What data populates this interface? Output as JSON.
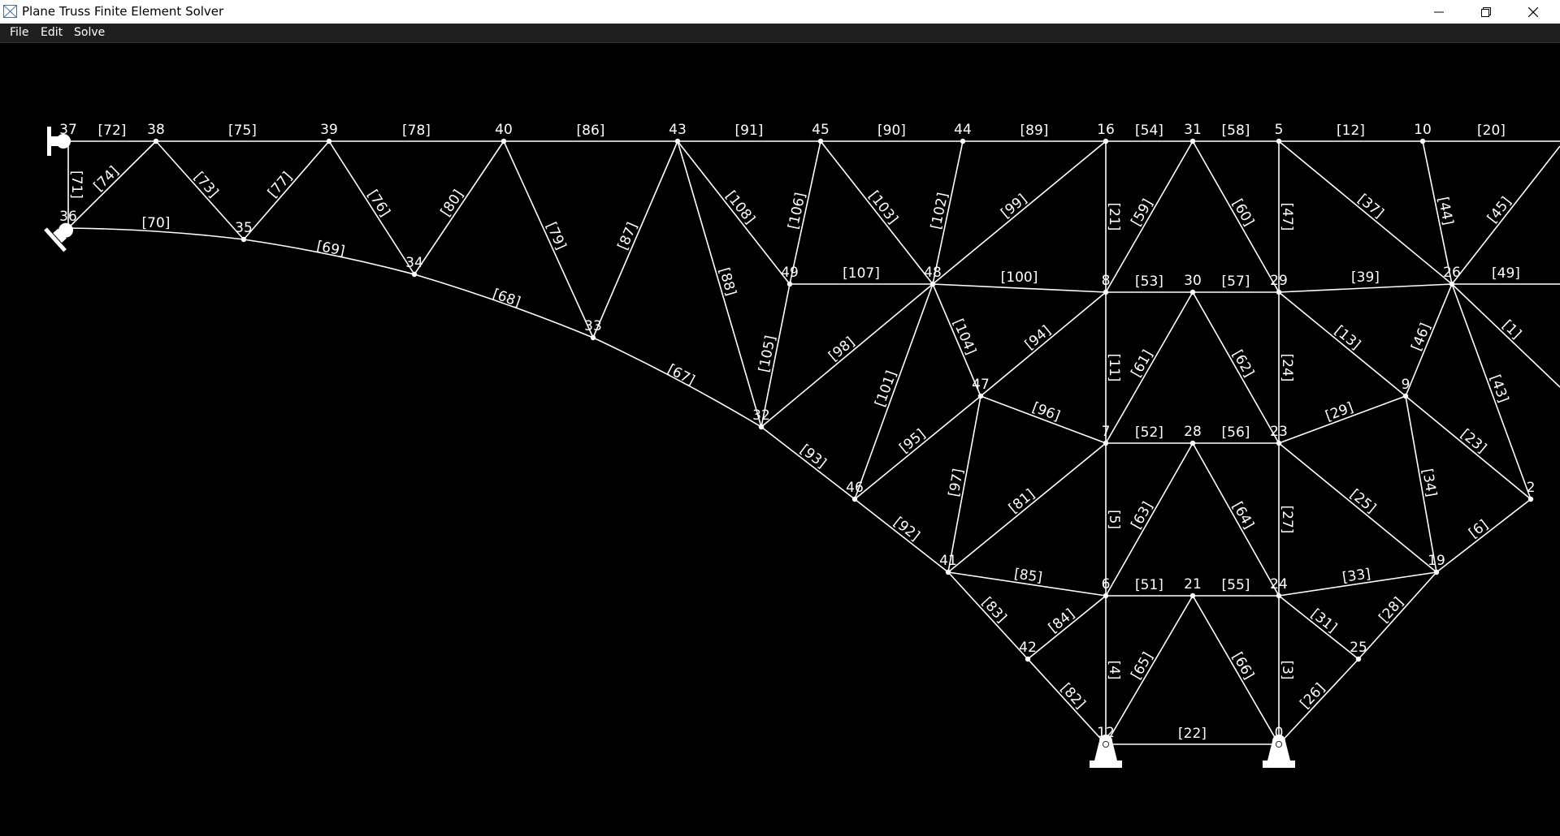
{
  "window": {
    "title": "Plane Truss Finite Element Solver",
    "minimize_glyph": "—",
    "maximize_glyph": "❐",
    "close_glyph": "✕"
  },
  "menu": {
    "items": [
      "File",
      "Edit",
      "Solve"
    ]
  },
  "colors": {
    "background": "#000000",
    "structure": "#ffffff",
    "menubar": "#1f1f1f",
    "titlebar": "#ffffff"
  },
  "truss": {
    "nodes": [
      {
        "id": "37",
        "label": "37"
      },
      {
        "id": "38",
        "label": "38"
      },
      {
        "id": "39",
        "label": "39"
      },
      {
        "id": "40",
        "label": "40"
      },
      {
        "id": "43",
        "label": "43"
      },
      {
        "id": "45",
        "label": "45"
      },
      {
        "id": "44",
        "label": "44"
      },
      {
        "id": "16",
        "label": "16"
      },
      {
        "id": "31",
        "label": "31"
      },
      {
        "id": "5",
        "label": "5"
      },
      {
        "id": "10",
        "label": "10"
      },
      {
        "id": "36",
        "label": "36"
      },
      {
        "id": "35",
        "label": "35"
      },
      {
        "id": "34",
        "label": "34"
      },
      {
        "id": "33",
        "label": "33"
      },
      {
        "id": "32",
        "label": "32"
      },
      {
        "id": "46",
        "label": "46"
      },
      {
        "id": "41",
        "label": "41"
      },
      {
        "id": "42",
        "label": "42"
      },
      {
        "id": "49",
        "label": "49"
      },
      {
        "id": "48",
        "label": "48"
      },
      {
        "id": "8",
        "label": "8"
      },
      {
        "id": "30",
        "label": "30"
      },
      {
        "id": "29",
        "label": "29"
      },
      {
        "id": "26",
        "label": "26"
      },
      {
        "id": "47",
        "label": "47"
      },
      {
        "id": "7",
        "label": "7"
      },
      {
        "id": "28",
        "label": "28"
      },
      {
        "id": "23",
        "label": "23"
      },
      {
        "id": "9",
        "label": "9"
      },
      {
        "id": "2",
        "label": "2"
      },
      {
        "id": "6",
        "label": "6"
      },
      {
        "id": "21",
        "label": "21"
      },
      {
        "id": "24",
        "label": "24"
      },
      {
        "id": "19",
        "label": "19"
      },
      {
        "id": "25",
        "label": "25"
      },
      {
        "id": "12",
        "label": "12"
      },
      {
        "id": "0",
        "label": "0"
      }
    ],
    "members": [
      {
        "label": "[72]",
        "a": "37",
        "b": "38"
      },
      {
        "label": "[75]",
        "a": "38",
        "b": "39"
      },
      {
        "label": "[78]",
        "a": "39",
        "b": "40"
      },
      {
        "label": "[86]",
        "a": "40",
        "b": "43"
      },
      {
        "label": "[91]",
        "a": "43",
        "b": "45"
      },
      {
        "label": "[90]",
        "a": "45",
        "b": "44"
      },
      {
        "label": "[89]",
        "a": "44",
        "b": "16"
      },
      {
        "label": "[54]",
        "a": "16",
        "b": "31"
      },
      {
        "label": "[58]",
        "a": "31",
        "b": "5"
      },
      {
        "label": "[12]",
        "a": "5",
        "b": "10"
      },
      {
        "label": "[20]",
        "a": "10",
        "b": "edge_top"
      },
      {
        "label": "[71]",
        "a": "37",
        "b": "36"
      },
      {
        "label": "[74]",
        "a": "36",
        "b": "38"
      },
      {
        "label": "[73]",
        "a": "38",
        "b": "35"
      },
      {
        "label": "[77]",
        "a": "35",
        "b": "39"
      },
      {
        "label": "[76]",
        "a": "39",
        "b": "34"
      },
      {
        "label": "[80]",
        "a": "34",
        "b": "40"
      },
      {
        "label": "[79]",
        "a": "40",
        "b": "33"
      },
      {
        "label": "[87]",
        "a": "33",
        "b": "43"
      },
      {
        "label": "[88]",
        "a": "43",
        "b": "32"
      },
      {
        "label": "[108]",
        "a": "43",
        "b": "49"
      },
      {
        "label": "[106]",
        "a": "49",
        "b": "45"
      },
      {
        "label": "[103]",
        "a": "45",
        "b": "48"
      },
      {
        "label": "[102]",
        "a": "48",
        "b": "44"
      },
      {
        "label": "[99]",
        "a": "48",
        "b": "16"
      },
      {
        "label": "[21]",
        "a": "16",
        "b": "8"
      },
      {
        "label": "[59]",
        "a": "8",
        "b": "31"
      },
      {
        "label": "[60]",
        "a": "31",
        "b": "29"
      },
      {
        "label": "[47]",
        "a": "5",
        "b": "29"
      },
      {
        "label": "[37]",
        "a": "5",
        "b": "26"
      },
      {
        "label": "[44]",
        "a": "10",
        "b": "26"
      },
      {
        "label": "[45]",
        "a": "26",
        "b": "edge_45"
      },
      {
        "label": "[70]",
        "a": "36",
        "b": "35"
      },
      {
        "label": "[69]",
        "a": "35",
        "b": "34"
      },
      {
        "label": "[68]",
        "a": "34",
        "b": "33"
      },
      {
        "label": "[67]",
        "a": "33",
        "b": "32"
      },
      {
        "label": "[93]",
        "a": "32",
        "b": "46"
      },
      {
        "label": "[92]",
        "a": "46",
        "b": "41"
      },
      {
        "label": "[83]",
        "a": "41",
        "b": "42"
      },
      {
        "label": "[82]",
        "a": "42",
        "b": "12"
      },
      {
        "label": "[107]",
        "a": "49",
        "b": "48"
      },
      {
        "label": "[100]",
        "a": "48",
        "b": "8"
      },
      {
        "label": "[53]",
        "a": "8",
        "b": "30"
      },
      {
        "label": "[57]",
        "a": "30",
        "b": "29"
      },
      {
        "label": "[39]",
        "a": "29",
        "b": "26"
      },
      {
        "label": "[49]",
        "a": "26",
        "b": "edge_49"
      },
      {
        "label": "[105]",
        "a": "32",
        "b": "49"
      },
      {
        "label": "[98]",
        "a": "32",
        "b": "48"
      },
      {
        "label": "[104]",
        "a": "48",
        "b": "47"
      },
      {
        "label": "[101]",
        "a": "46",
        "b": "48"
      },
      {
        "label": "[94]",
        "a": "47",
        "b": "8"
      },
      {
        "label": "[11]",
        "a": "8",
        "b": "7"
      },
      {
        "label": "[61]",
        "a": "7",
        "b": "30"
      },
      {
        "label": "[62]",
        "a": "30",
        "b": "23"
      },
      {
        "label": "[24]",
        "a": "29",
        "b": "23"
      },
      {
        "label": "[13]",
        "a": "29",
        "b": "9"
      },
      {
        "label": "[46]",
        "a": "9",
        "b": "26"
      },
      {
        "label": "[43]",
        "a": "26",
        "b": "2"
      },
      {
        "label": "[1]",
        "a": "26",
        "b": "edge_1"
      },
      {
        "label": "[96]",
        "a": "47",
        "b": "7"
      },
      {
        "label": "[52]",
        "a": "7",
        "b": "28"
      },
      {
        "label": "[56]",
        "a": "28",
        "b": "23"
      },
      {
        "label": "[29]",
        "a": "23",
        "b": "9"
      },
      {
        "label": "[23]",
        "a": "9",
        "b": "2"
      },
      {
        "label": "[95]",
        "a": "46",
        "b": "47"
      },
      {
        "label": "[97]",
        "a": "47",
        "b": "41"
      },
      {
        "label": "[81]",
        "a": "41",
        "b": "7"
      },
      {
        "label": "[5]",
        "a": "7",
        "b": "6"
      },
      {
        "label": "[63]",
        "a": "6",
        "b": "28"
      },
      {
        "label": "[64]",
        "a": "28",
        "b": "24"
      },
      {
        "label": "[27]",
        "a": "23",
        "b": "24"
      },
      {
        "label": "[25]",
        "a": "23",
        "b": "19"
      },
      {
        "label": "[34]",
        "a": "9",
        "b": "19"
      },
      {
        "label": "[6]",
        "a": "19",
        "b": "2"
      },
      {
        "label": "[85]",
        "a": "41",
        "b": "6"
      },
      {
        "label": "[51]",
        "a": "6",
        "b": "21"
      },
      {
        "label": "[55]",
        "a": "21",
        "b": "24"
      },
      {
        "label": "[33]",
        "a": "24",
        "b": "19"
      },
      {
        "label": "[84]",
        "a": "42",
        "b": "6"
      },
      {
        "label": "[4]",
        "a": "6",
        "b": "12"
      },
      {
        "label": "[65]",
        "a": "12",
        "b": "21"
      },
      {
        "label": "[66]",
        "a": "21",
        "b": "0"
      },
      {
        "label": "[3]",
        "a": "24",
        "b": "0"
      },
      {
        "label": "[31]",
        "a": "24",
        "b": "25"
      },
      {
        "label": "[28]",
        "a": "25",
        "b": "19"
      },
      {
        "label": "[26]",
        "a": "0",
        "b": "25"
      },
      {
        "label": "[22]",
        "a": "12",
        "b": "0"
      }
    ],
    "supports": [
      {
        "node": "37",
        "type": "roller-vertical"
      },
      {
        "node": "36",
        "type": "roller-inclined"
      },
      {
        "node": "12",
        "type": "pin"
      },
      {
        "node": "0",
        "type": "pin"
      }
    ]
  }
}
